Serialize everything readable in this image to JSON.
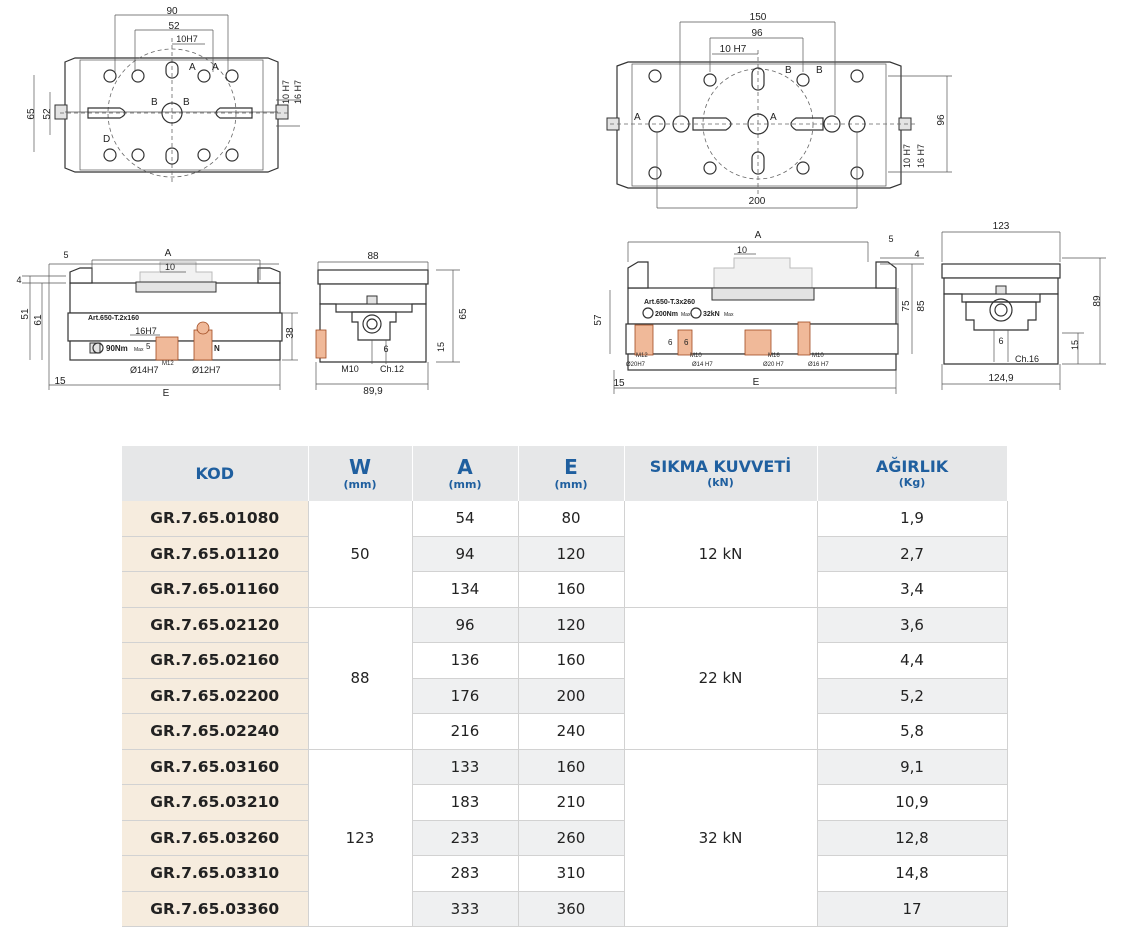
{
  "drawings": {
    "small_top_view": {
      "dims": [
        "90",
        "52",
        "10H7",
        "65",
        "52",
        "10 H7",
        "16 H7"
      ],
      "labels": [
        "A",
        "A",
        "B",
        "B",
        "D"
      ]
    },
    "large_top_view": {
      "dims": [
        "150",
        "96",
        "10 H7",
        "96",
        "10 H7",
        "16 H7",
        "200"
      ],
      "labels": [
        "B",
        "B",
        "A",
        "A"
      ]
    },
    "small_side_view": {
      "dims": [
        "5",
        "A",
        "10",
        "4",
        "51",
        "61",
        "16H7",
        "38",
        "15",
        "E"
      ],
      "part_label": "Art.650-T.2x160",
      "torque": "90Nm",
      "torque_suffix": "Max",
      "force_suffix": "N",
      "thread": "M12",
      "chamfer": "5",
      "bores": [
        "Ø14H7",
        "Ø12H7"
      ]
    },
    "small_end_view": {
      "dims": [
        "88",
        "65",
        "6",
        "15",
        "M10",
        "Ch.12",
        "89,9"
      ]
    },
    "large_side_view": {
      "dims": [
        "A",
        "5",
        "10",
        "4",
        "57",
        "75",
        "85",
        "15",
        "E"
      ],
      "part_label": "Art.650-T.3x260",
      "torque": "200Nm",
      "torque_suffix": "Max",
      "force": "32kN",
      "force_suffix": "Max",
      "threads": [
        "M12",
        "M10",
        "M16",
        "M10"
      ],
      "steps": [
        "6",
        "6"
      ],
      "bores": [
        "Ø20H7",
        "Ø14 H7",
        "Ø20 H7",
        "Ø16 H7"
      ]
    },
    "large_end_view": {
      "dims": [
        "123",
        "89",
        "15",
        "6",
        "Ch.16",
        "124,9"
      ]
    }
  },
  "table": {
    "headers": [
      {
        "main": "KOD",
        "sub": ""
      },
      {
        "main": "W",
        "sub": "(mm)"
      },
      {
        "main": "A",
        "sub": "(mm)"
      },
      {
        "main": "E",
        "sub": "(mm)"
      },
      {
        "main": "SIKMA KUVVETİ",
        "sub": "(kN)"
      },
      {
        "main": "AĞIRLIK",
        "sub": "(Kg)"
      }
    ],
    "groups": [
      {
        "w": "50",
        "force": "12 kN",
        "rows": [
          {
            "code": "GR.7.65.01080",
            "a": "54",
            "e": "80",
            "weight": "1,9"
          },
          {
            "code": "GR.7.65.01120",
            "a": "94",
            "e": "120",
            "weight": "2,7"
          },
          {
            "code": "GR.7.65.01160",
            "a": "134",
            "e": "160",
            "weight": "3,4"
          }
        ]
      },
      {
        "w": "88",
        "force": "22 kN",
        "rows": [
          {
            "code": "GR.7.65.02120",
            "a": "96",
            "e": "120",
            "weight": "3,6"
          },
          {
            "code": "GR.7.65.02160",
            "a": "136",
            "e": "160",
            "weight": "4,4"
          },
          {
            "code": "GR.7.65.02200",
            "a": "176",
            "e": "200",
            "weight": "5,2"
          },
          {
            "code": "GR.7.65.02240",
            "a": "216",
            "e": "240",
            "weight": "5,8"
          }
        ]
      },
      {
        "w": "123",
        "force": "32 kN",
        "rows": [
          {
            "code": "GR.7.65.03160",
            "a": "133",
            "e": "160",
            "weight": "9,1"
          },
          {
            "code": "GR.7.65.03210",
            "a": "183",
            "e": "210",
            "weight": "10,9"
          },
          {
            "code": "GR.7.65.03260",
            "a": "233",
            "e": "260",
            "weight": "12,8"
          },
          {
            "code": "GR.7.65.03310",
            "a": "283",
            "e": "310",
            "weight": "14,8"
          },
          {
            "code": "GR.7.65.03360",
            "a": "333",
            "e": "360",
            "weight": "17"
          }
        ]
      }
    ]
  }
}
